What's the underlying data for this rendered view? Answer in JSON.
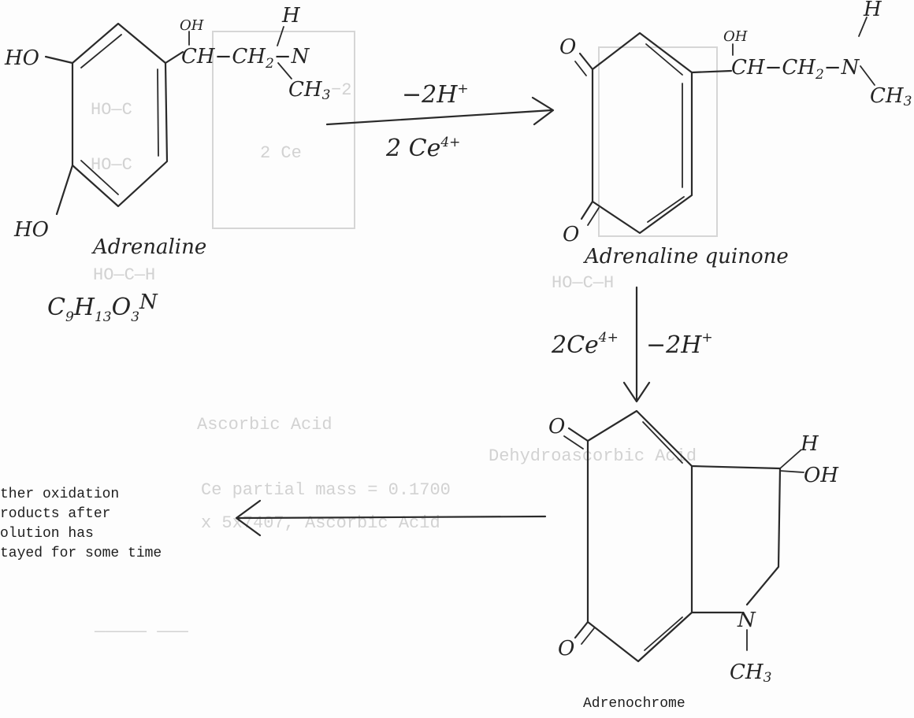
{
  "compounds": {
    "adrenaline": {
      "name": "Adrenaline",
      "formula_main": "C",
      "formula_sub_9": "9",
      "formula_h": "H",
      "formula_sub_13": "13",
      "formula_o": "O",
      "formula_sub_3": "3",
      "formula_n": "N"
    },
    "quinone": {
      "name": "Adrenaline quinone"
    },
    "adrenochrome": {
      "name": "Adrenochrome"
    }
  },
  "atoms": {
    "ho": "HO",
    "o": "O",
    "oh": "OH",
    "h": "H",
    "n": "N",
    "ch": "CH",
    "ch2": "CH",
    "sub2": "2",
    "ch3": "CH",
    "sub3": "3",
    "dash": "—"
  },
  "reactions": {
    "step1": {
      "top": "−2H",
      "top_sup": "+",
      "bottom": "2 Ce",
      "bottom_sup": "4+"
    },
    "step2": {
      "left": "2Ce",
      "left_sup": "4+",
      "right": "−2H",
      "right_sup": "+"
    }
  },
  "side_note": {
    "line1": "ther oxidation",
    "line2": "roducts after",
    "line3": "olution has",
    "line4": "tayed for some time"
  },
  "colors": {
    "ink": "#2a2a2a",
    "paper": "#fdfdfd",
    "bleed": "#d2d2d2"
  }
}
